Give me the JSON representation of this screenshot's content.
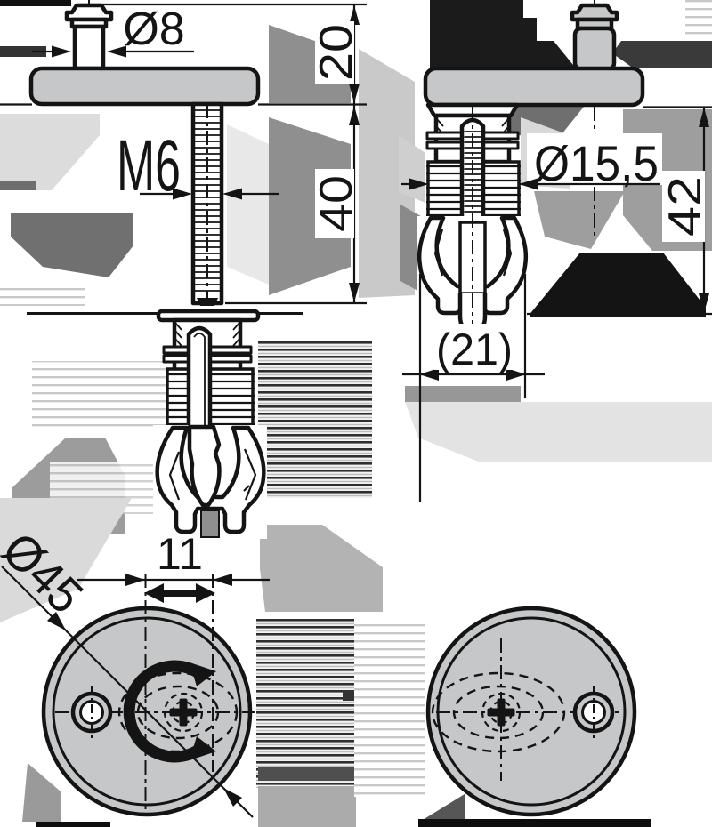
{
  "drawing": {
    "kind": "furniture expansion fitting - technical drawing",
    "dims": {
      "head_diameter": "Ø8",
      "thread_size": "M6",
      "head_height": "20",
      "screw_length": "40",
      "anchor_diameter": "Ø15,5",
      "installed_depth": "42",
      "spread_width": "(21)",
      "lateral_travel": "11",
      "cap_diameter": "Ø45"
    },
    "colors": {
      "part_fill": "#c6c7c8",
      "line": "#141414",
      "page": "#ffffff"
    }
  }
}
